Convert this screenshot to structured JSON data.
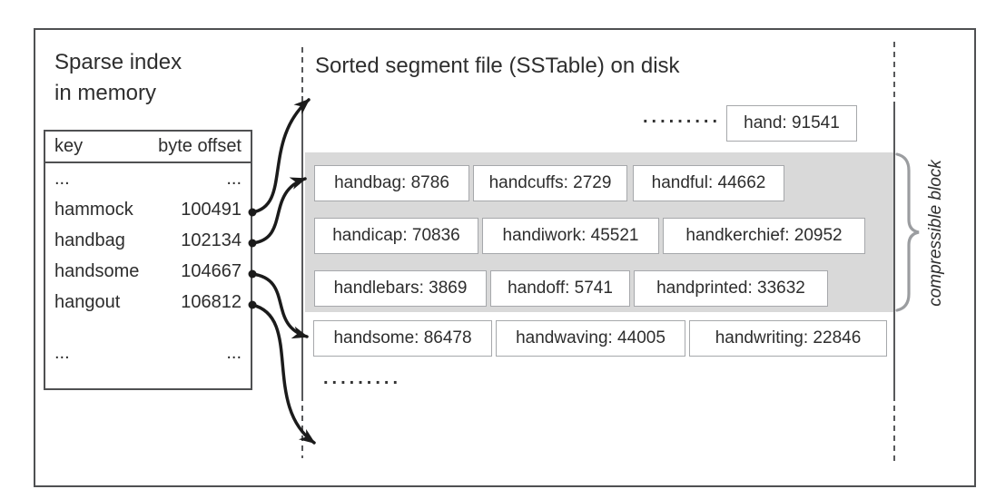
{
  "sparse_index": {
    "title_line1": "Sparse index",
    "title_line2": "in memory",
    "table": {
      "col_key": "key",
      "col_offset": "byte offset",
      "rows": [
        {
          "key": "...",
          "offset": "..."
        },
        {
          "key": "hammock",
          "offset": "100491"
        },
        {
          "key": "handbag",
          "offset": "102134"
        },
        {
          "key": "handsome",
          "offset": "104667"
        },
        {
          "key": "hangout",
          "offset": "106812"
        },
        {
          "key": "...",
          "offset": "..."
        }
      ]
    }
  },
  "sstable": {
    "title": "Sorted segment file (SSTable) on disk",
    "top_dots": ".........",
    "top_entry": "hand: 91541",
    "rows": [
      {
        "cells": [
          "handbag: 8786",
          "handcuffs: 2729",
          "handful: 44662"
        ]
      },
      {
        "cells": [
          "handicap: 70836",
          "handiwork: 45521",
          "handkerchief: 20952"
        ]
      },
      {
        "cells": [
          "handlebars: 3869",
          "handoff: 5741",
          "handprinted: 33632"
        ]
      },
      {
        "cells": [
          "handsome: 86478",
          "handwaving: 44005",
          "handwriting: 22846"
        ]
      }
    ],
    "bottom_dots": ".........",
    "compressible_label": "compressible block"
  },
  "colors": {
    "block_fill": "#d9d9d9",
    "box_border": "#a6a8ab",
    "boundary_line": "#58595b",
    "arrow": "#1b1b1b",
    "brace": "#9b9da0",
    "text": "#2d2d2d"
  }
}
